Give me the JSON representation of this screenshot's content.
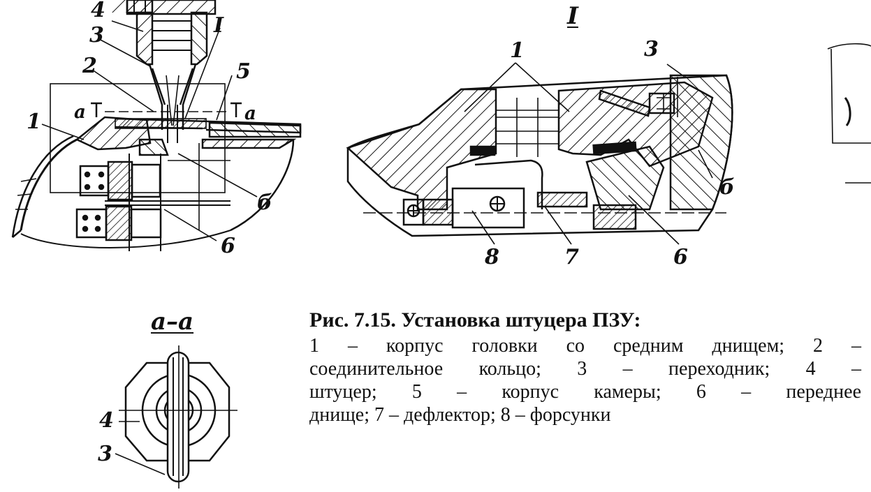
{
  "figure": {
    "view_title": "I",
    "section_title": "а–а",
    "left_labels": {
      "part_4": "4",
      "part_3": "3",
      "part_2": "2",
      "detail_I": "I",
      "part_5": "5",
      "cut_a_left": "а",
      "cut_a_right": "а",
      "part_1": "1",
      "zone_b": "б",
      "part_6": "6"
    },
    "detail_labels": {
      "part_1": "1",
      "part_3": "3",
      "zone_b": "б",
      "part_8": "8",
      "part_7": "7",
      "part_6": "6"
    },
    "section_labels": {
      "part_4": "4",
      "part_3": "3"
    }
  },
  "caption": {
    "title": "Рис. 7.15. Установка штуцера ПЗУ:",
    "lines": [
      "1 – корпус головки со средним днищем; 2 –",
      "соединительное кольцо; 3 – переходник; 4 –",
      "штуцер; 5 – корпус камеры; 6 – переднее",
      "днище; 7 – дефлектор; 8 – форсунки"
    ]
  },
  "colors": {
    "ink": "#111111",
    "paper": "#ffffff"
  }
}
